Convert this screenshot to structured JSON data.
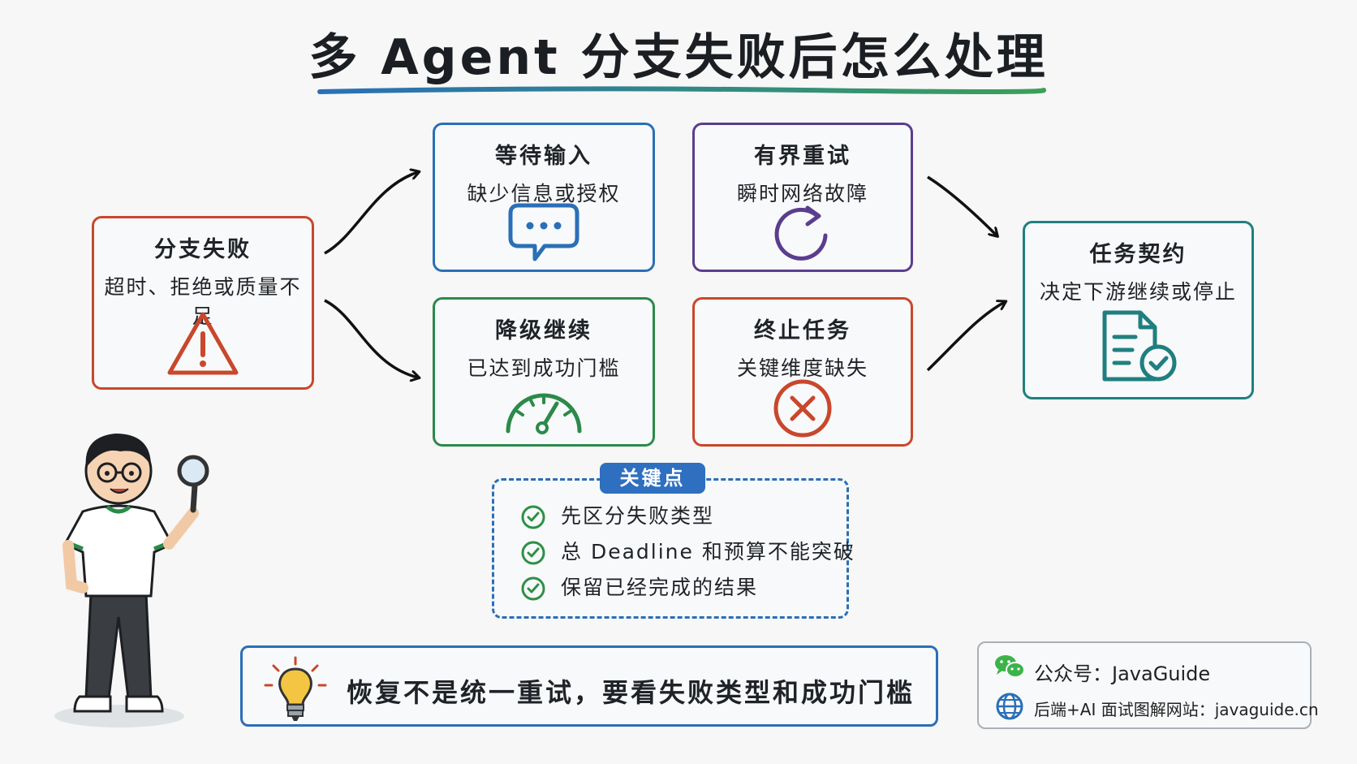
{
  "title": "多 Agent 分支失败后怎么处理",
  "boxes": {
    "branch_failure": {
      "title": "分支失败",
      "subtitle": "超时、拒绝或质量不足",
      "icon": "warning-icon",
      "color": "#c9472c"
    },
    "wait_input": {
      "title": "等待输入",
      "subtitle": "缺少信息或授权",
      "icon": "chat-bubble-icon",
      "color": "#2a6fb7"
    },
    "bounded_retry": {
      "title": "有界重试",
      "subtitle": "瞬时网络故障",
      "icon": "refresh-icon",
      "color": "#5b3d8f"
    },
    "degrade_continue": {
      "title": "降级继续",
      "subtitle": "已达到成功门槛",
      "icon": "gauge-icon",
      "color": "#2b8a4a"
    },
    "terminate_task": {
      "title": "终止任务",
      "subtitle": "关键维度缺失",
      "icon": "cancel-circle-icon",
      "color": "#c9472c"
    },
    "task_contract": {
      "title": "任务契约",
      "subtitle": "决定下游继续或停止",
      "icon": "document-check-icon",
      "color": "#1f7f80"
    }
  },
  "key_points": {
    "tag": "关键点",
    "items": [
      "先区分失败类型",
      "总 Deadline 和预算不能突破",
      "保留已经完成的结果"
    ]
  },
  "bottom_note": "恢复不是统一重试，要看失败类型和成功门槛",
  "info": {
    "wechat": "公众号：JavaGuide",
    "website": "后端+AI 面试图解网站：javaguide.cn"
  },
  "colors": {
    "blue": "#2a6fb7",
    "red": "#c9472c",
    "green": "#2b8a4a",
    "purple": "#5b3d8f",
    "teal": "#1f7f80",
    "check_green": "#2f8f46"
  }
}
